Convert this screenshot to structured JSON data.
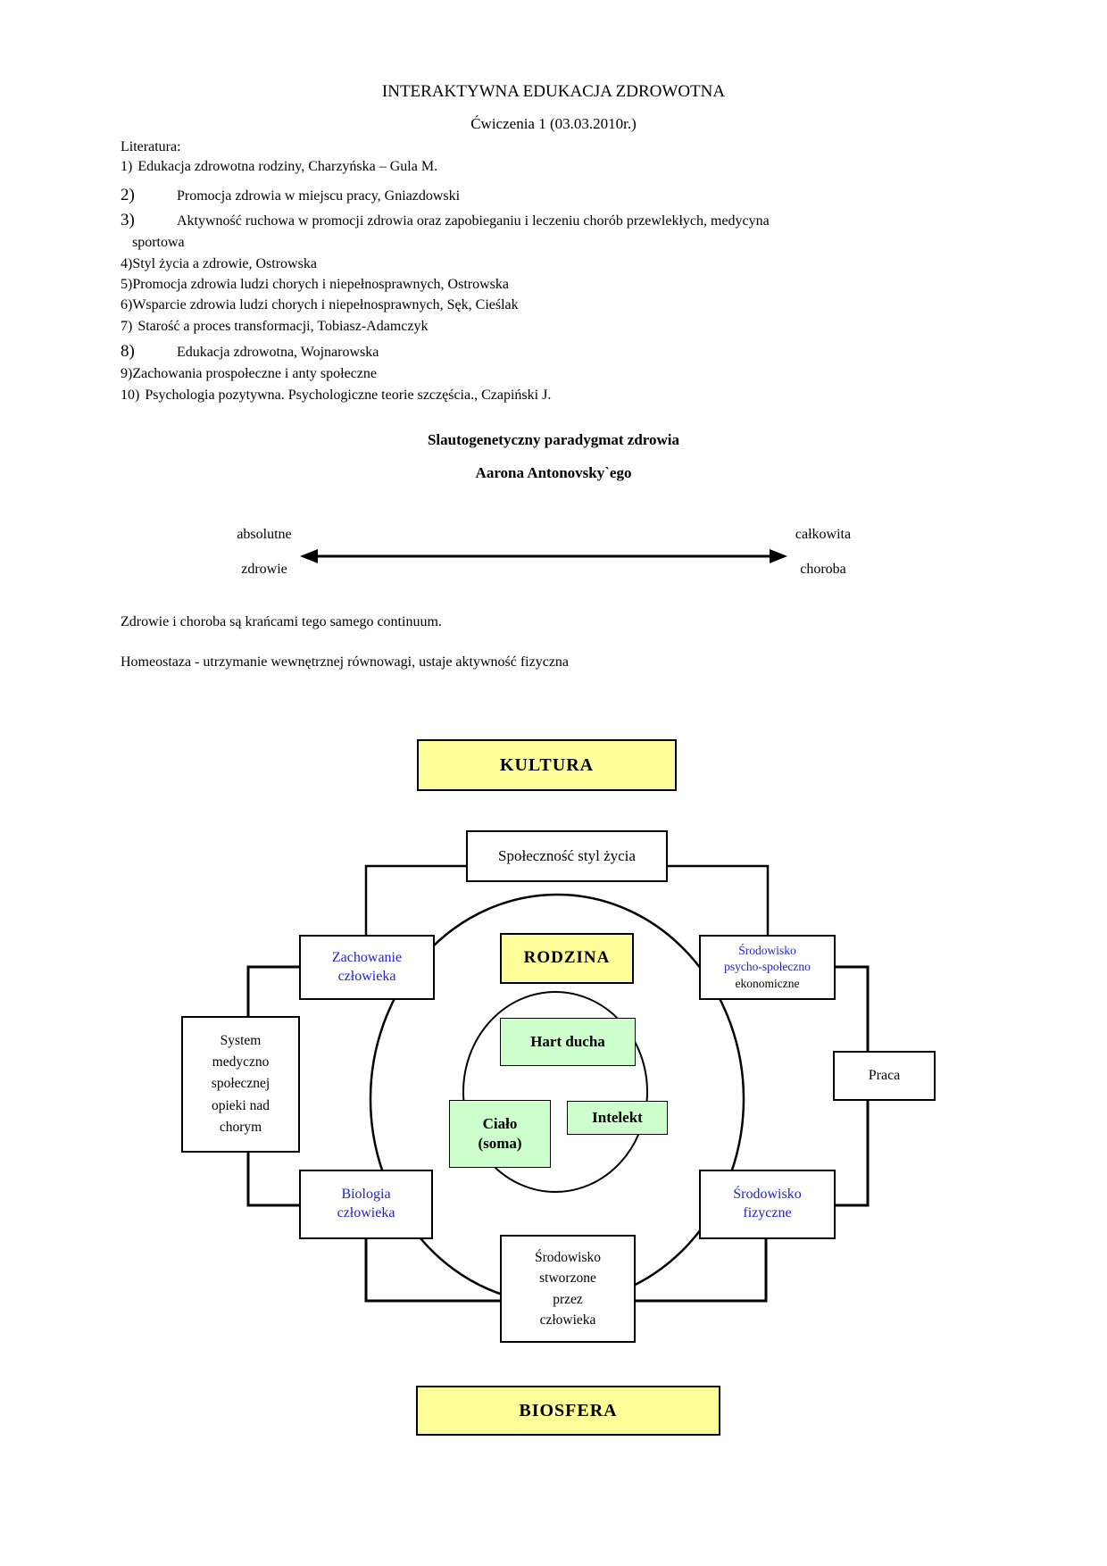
{
  "doc": {
    "title": "INTERAKTYWNA EDUKACJA ZDROWOTNA",
    "subtitle": "Ćwiczenia 1 (03.03.2010r.)",
    "literature_label": "Literatura:"
  },
  "literature": {
    "items": [
      {
        "num": "1)",
        "text": "Edukacja zdrowotna rodziny, Charzyńska – Gula M."
      },
      {
        "num": "2)",
        "text": "Promocja zdrowia w miejscu pracy, Gniazdowski"
      },
      {
        "num": "3)",
        "text": "Aktywność ruchowa w promocji zdrowia oraz zapobieganiu i leczeniu chorób przewlekłych, medycyna",
        "text2": "sportowa"
      },
      {
        "num": "4)",
        "text": "Styl życia a zdrowie, Ostrowska"
      },
      {
        "num": "5)",
        "text": "Promocja zdrowia ludzi chorych i niepełnosprawnych, Ostrowska"
      },
      {
        "num": "6)",
        "text": "Wsparcie zdrowia ludzi chorych i niepełnosprawnych, Sęk, Cieślak"
      },
      {
        "num": "7)",
        "text": "Starość a proces transformacji, Tobiasz-Adamczyk"
      },
      {
        "num": "8)",
        "text": "Edukacja zdrowotna, Wojnarowska"
      },
      {
        "num": "9)",
        "text": "Zachowania prospołeczne i anty społeczne"
      },
      {
        "num": "10)",
        "text": "Psychologia pozytywna. Psychologiczne teorie szczęścia., Czapiński J."
      }
    ]
  },
  "paradigm": {
    "heading1": "Slautogenetyczny paradygmat zdrowia",
    "heading2": "Aarona Antonovsky`ego",
    "left_top": "absolutne",
    "left_bottom": "zdrowie",
    "right_top": "całkowita",
    "right_bottom": "choroba",
    "note1": "Zdrowie i choroba są krańcami tego samego continuum.",
    "note2": "Homeostaza - utrzymanie wewnętrznej równowagi, ustaje aktywność fizyczna"
  },
  "diagram": {
    "kultura": "KULTURA",
    "spolecznosc": "Społeczność styl życia",
    "rodzina": "RODZINA",
    "zachowanie": {
      "line1": "Zachowanie",
      "line2": "człowieka"
    },
    "psycho": {
      "line1": "Środowisko",
      "line2": "psycho-społeczno",
      "line3": "ekonomiczne"
    },
    "system": {
      "line1": "System",
      "line2": "medyczno",
      "line3": "społecznej",
      "line4": "opieki nad",
      "line5": "chorym"
    },
    "praca": "Praca",
    "hart": "Hart ducha",
    "cialo": {
      "line1": "Ciało",
      "line2": "(soma)"
    },
    "intelekt": "Intelekt",
    "biologia": {
      "line1": "Biologia",
      "line2": "człowieka"
    },
    "fizyczne": {
      "line1": "Środowisko",
      "line2": "fizyczne"
    },
    "stworzone": {
      "line1": "Środowisko",
      "line2": "stworzone",
      "line3": "przez",
      "line4": "człowieka"
    },
    "biosfera": "BIOSFERA",
    "colors": {
      "yellow_box": "#FFFF99",
      "green_box": "#CCFFCC",
      "blue_label": "#2222CC"
    }
  }
}
